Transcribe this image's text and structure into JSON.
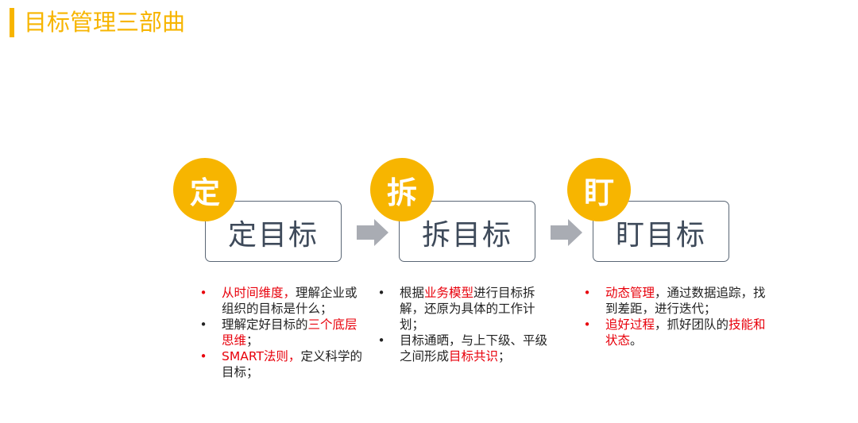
{
  "title": "目标管理三部曲",
  "colors": {
    "accent": "#F7B500",
    "highlight": "#E8000B",
    "box_border": "#5a6675",
    "arrow": "#a9acb3",
    "text": "#222222"
  },
  "steps": [
    {
      "badge": "定",
      "label": "定目标",
      "bullets": [
        {
          "bullet_color": "red",
          "parts": [
            {
              "text": "从时间维度，",
              "style": "red"
            },
            {
              "text": "理解企业或组织的目标是什么；",
              "style": "dark"
            }
          ]
        },
        {
          "bullet_color": "dark",
          "parts": [
            {
              "text": "理解定好目标的",
              "style": "dark"
            },
            {
              "text": "三个底层思维",
              "style": "red"
            },
            {
              "text": "；",
              "style": "dark"
            }
          ]
        },
        {
          "bullet_color": "red",
          "parts": [
            {
              "text": "SMART法则，",
              "style": "red"
            },
            {
              "text": "定义科学的目标；",
              "style": "dark"
            }
          ]
        }
      ]
    },
    {
      "badge": "拆",
      "label": "拆目标",
      "bullets": [
        {
          "bullet_color": "dark",
          "parts": [
            {
              "text": "根据",
              "style": "dark"
            },
            {
              "text": "业务模型",
              "style": "red"
            },
            {
              "text": "进行目标拆解，还原为具体的工作计划；",
              "style": "dark"
            }
          ]
        },
        {
          "bullet_color": "dark",
          "parts": [
            {
              "text": "目标通晒，与上下级、平级之间形成",
              "style": "dark"
            },
            {
              "text": "目标共识",
              "style": "red"
            },
            {
              "text": "；",
              "style": "dark"
            }
          ]
        }
      ]
    },
    {
      "badge": "盯",
      "label": "盯目标",
      "bullets": [
        {
          "bullet_color": "red",
          "parts": [
            {
              "text": "动态管理",
              "style": "red"
            },
            {
              "text": "，通过数据追踪，找到差距，进行迭代；",
              "style": "dark"
            }
          ]
        },
        {
          "bullet_color": "red",
          "parts": [
            {
              "text": "追好过程",
              "style": "red"
            },
            {
              "text": "，抓好团队的",
              "style": "dark"
            },
            {
              "text": "技能和状态",
              "style": "red"
            },
            {
              "text": "。",
              "style": "dark"
            }
          ]
        }
      ]
    }
  ],
  "bullet_glyph": "•",
  "icons": {
    "arrow": "arrow-right-icon"
  }
}
